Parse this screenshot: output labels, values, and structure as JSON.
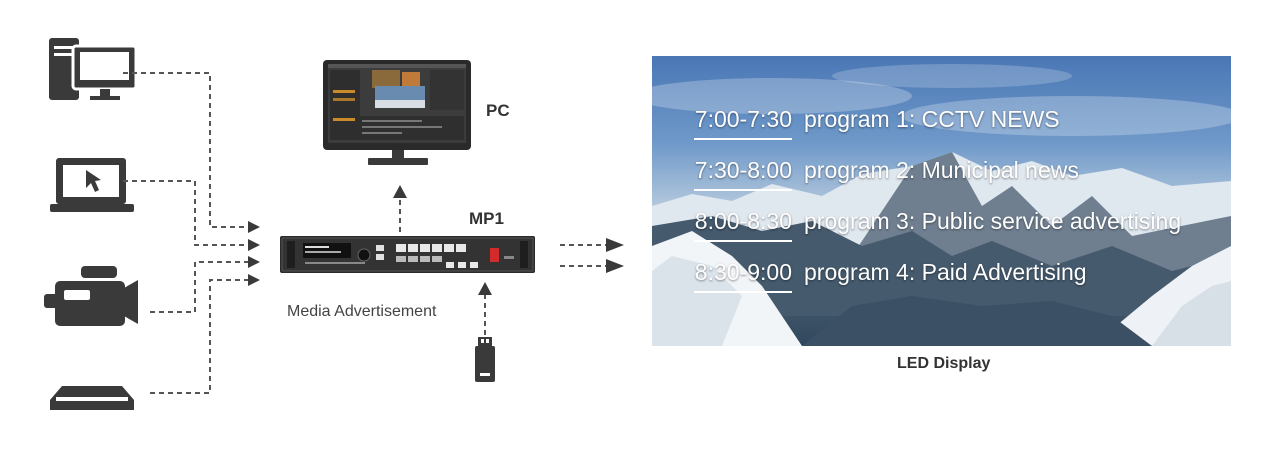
{
  "labels": {
    "pc": "PC",
    "mp1": "MP1",
    "media_advertisement": "Media Advertisement",
    "led_display": "LED Display"
  },
  "schedule": [
    {
      "time": "7:00-7:30",
      "program": "program 1: CCTV NEWS"
    },
    {
      "time": "7:30-8:00",
      "program": "program 2: Municipal news"
    },
    {
      "time": "8:00-8:30",
      "program": "program 3: Public service advertising"
    },
    {
      "time": "8:30-9:00",
      "program": "program 4: Paid Advertising"
    }
  ],
  "icons": [
    "desktop-computer-icon",
    "laptop-icon",
    "video-camera-icon",
    "set-top-box-icon",
    "monitor-icon",
    "usb-drive-icon"
  ],
  "colors": {
    "icon": "#3a3a3a",
    "wire": "#555555",
    "device_body": "#2b2b2b"
  }
}
